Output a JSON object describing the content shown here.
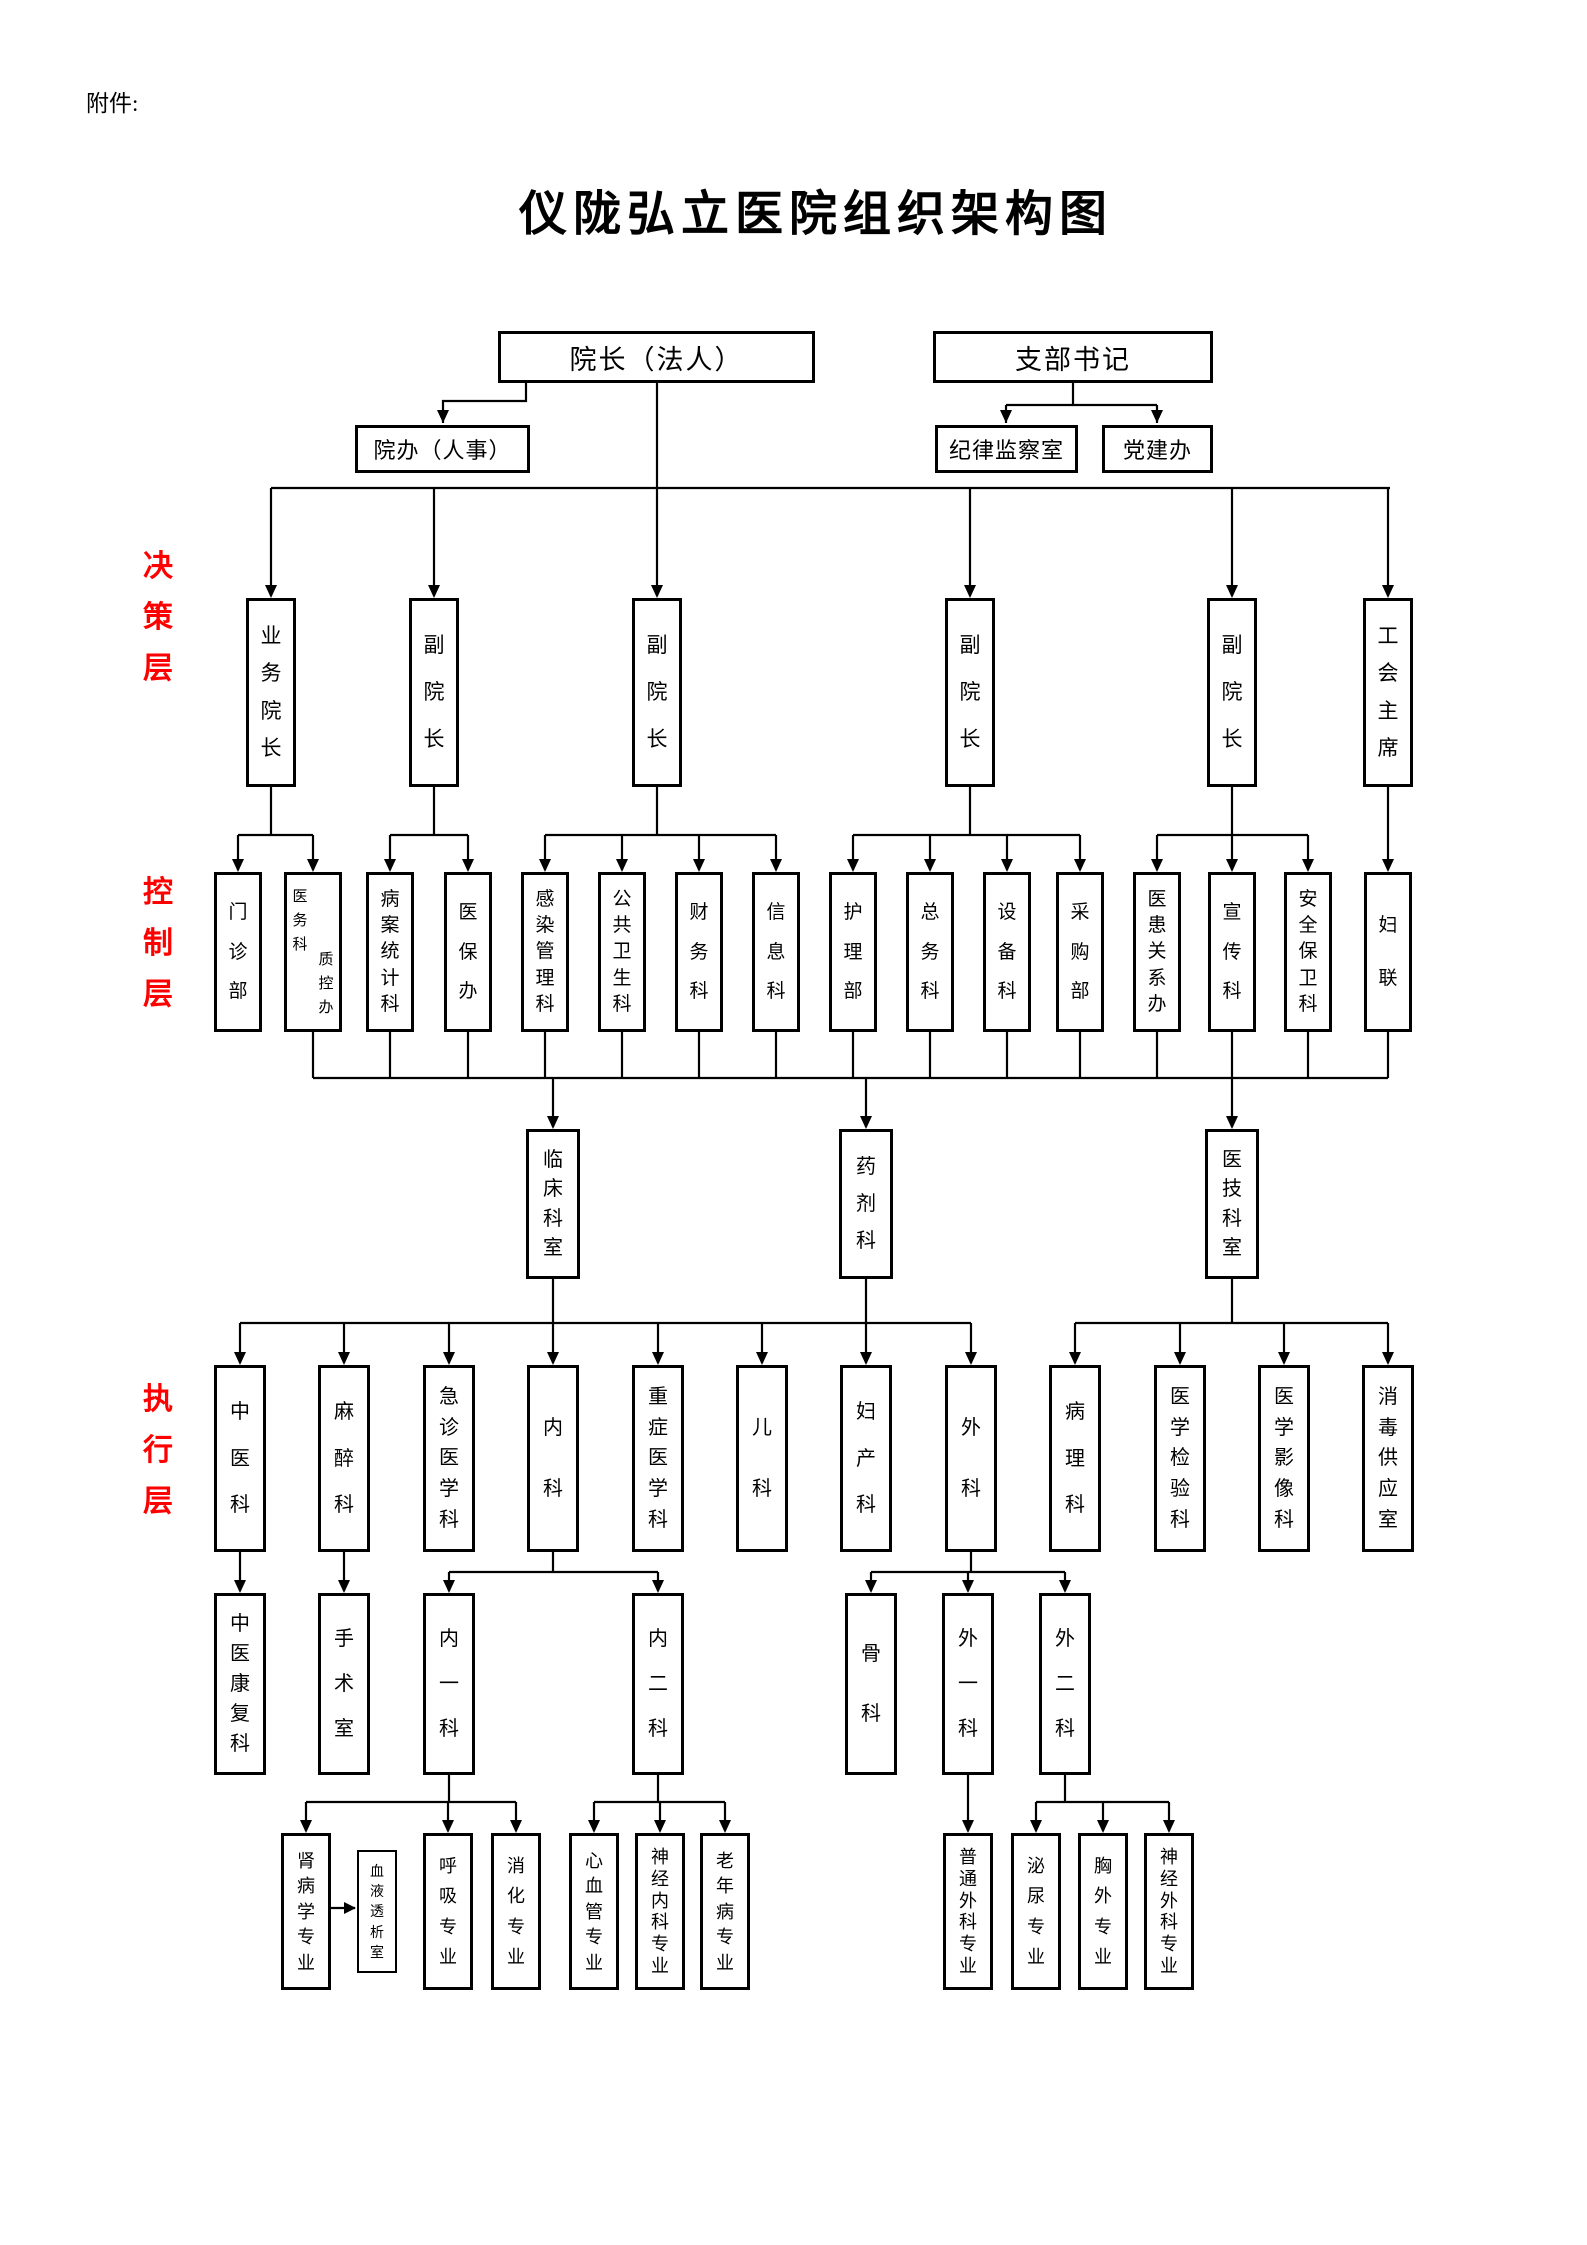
{
  "document": {
    "attachment_label": "附件:",
    "title": "仪陇弘立医院组织架构图",
    "accent_color": "#ff0000"
  },
  "layer_labels": {
    "decision": "决策层",
    "control": "控制层",
    "execution": "执行层"
  },
  "nodes": {
    "dean": "院长（法人）",
    "branch_secretary": "支部书记",
    "dean_office": "院办（人事）",
    "discipline_inspection_office": "纪律监察室",
    "party_building_office": "党建办",
    "business_dean": "业务院长",
    "vice_dean": "副院长",
    "union_chairman": "工会主席",
    "outpatient_dept": "门诊部",
    "medical_affairs_dept": "医务科",
    "quality_control_office": "质控办",
    "medical_records_statistics": "病案统计科",
    "medical_insurance_office": "医保办",
    "infection_management": "感染管理科",
    "public_health": "公共卫生科",
    "finance_dept": "财务科",
    "information_dept": "信息科",
    "nursing_dept": "护理部",
    "general_affairs_dept": "总务科",
    "equipment_dept": "设备科",
    "procurement_dept": "采购部",
    "patient_relations_office": "医患关系办",
    "publicity_dept": "宣传科",
    "security_dept": "安全保卫科",
    "womens_federation": "妇联",
    "clinical_depts": "临床科室",
    "pharmacy_dept": "药剂科",
    "medical_tech_depts": "医技科室",
    "tcm_dept": "中医科",
    "anesthesiology": "麻醉科",
    "emergency_medicine": "急诊医学科",
    "internal_medicine": "内科",
    "critical_care": "重症医学科",
    "pediatrics": "儿科",
    "obstetrics_gynecology": "妇产科",
    "surgery": "外科",
    "pathology": "病理科",
    "medical_laboratory": "医学检验科",
    "medical_imaging": "医学影像科",
    "disinfection_supply": "消毒供应室",
    "tcm_rehabilitation": "中医康复科",
    "operating_room": "手术室",
    "internal_medicine_1": "内一科",
    "internal_medicine_2": "内二科",
    "orthopedics": "骨科",
    "surgery_1": "外一科",
    "surgery_2": "外二科",
    "nephrology_specialty": "肾病学专业",
    "hemodialysis_room": "血液透析室",
    "respiratory_specialty": "呼吸专业",
    "digestive_specialty": "消化专业",
    "cardiovascular_specialty": "心血管专业",
    "neurology_specialty": "神经内科专业",
    "geriatrics_specialty": "老年病专业",
    "general_surgery_specialty": "普通外科专业",
    "urology_specialty": "泌尿专业",
    "thoracic_surgery_specialty": "胸外专业",
    "neurosurgery_specialty": "神经外科专业"
  }
}
